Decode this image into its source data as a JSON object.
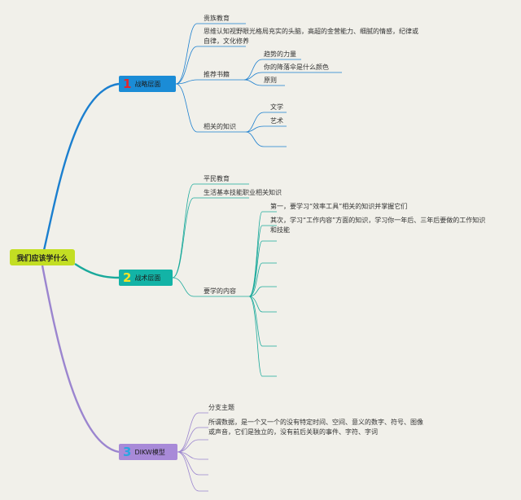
{
  "root": {
    "label": "我们应该学什么",
    "color": "#c3de23"
  },
  "branches": [
    {
      "number": "1",
      "label": "战略层面",
      "box_color": "#1b8cd6",
      "line_color": "#1b7fcf",
      "number_color": "#e4262d",
      "children": [
        {
          "label": "贵族教育"
        },
        {
          "label": "思维认知视野眼光格局充实的头脑，高超的金营能力、细腻的情感，纪律或自律，文化修养"
        },
        {
          "label": "推荐书籍",
          "children": [
            "趋势的力量",
            "你的降落伞是什么颜色",
            "原则"
          ]
        },
        {
          "label": "相关的知识",
          "children": [
            "文学",
            "艺术",
            ""
          ]
        }
      ]
    },
    {
      "number": "2",
      "label": "战术层面",
      "box_color": "#13b3a6",
      "line_color": "#19a99b",
      "number_color": "#f4e226",
      "children": [
        {
          "label": "平民教育"
        },
        {
          "label": "生活基本技能职业相关知识"
        },
        {
          "label": "要学的内容",
          "children": [
            "第一，要学习“效率工具”相关的知识并掌握它们",
            "其次，学习“工作内容”方面的知识，学习你一年后、三年后要做的工作知识和技能",
            "",
            "",
            "",
            "",
            "",
            ""
          ]
        }
      ]
    },
    {
      "number": "3",
      "label": "DIKW模型",
      "box_color": "#a88ad8",
      "line_color": "#9b85cf",
      "number_color": "#2aa5e0",
      "children": [
        {
          "label": "分支主题"
        },
        {
          "label": "所谓数据，是一个又一个的没有特定时间、空间、意义的数字、符号、图像或声音，它们是独立的，没有前后关联的事件、字符、字词"
        },
        {
          "label": ""
        },
        {
          "label": ""
        },
        {
          "label": ""
        },
        {
          "label": ""
        }
      ]
    }
  ]
}
